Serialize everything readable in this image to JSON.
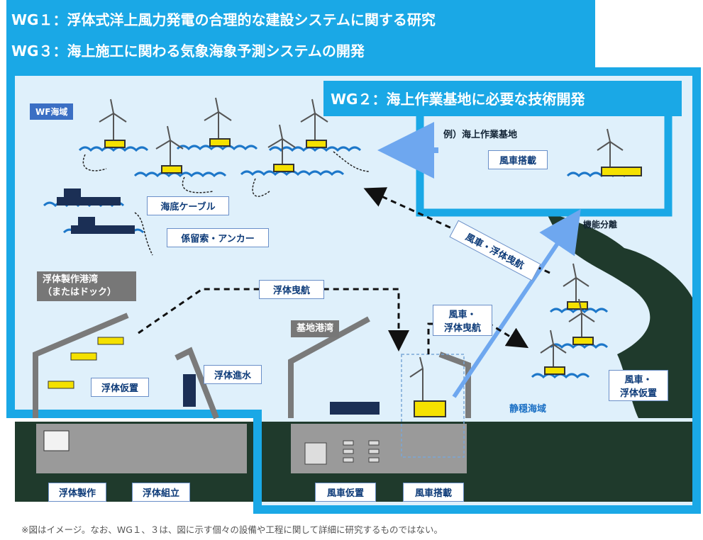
{
  "headers": {
    "wg1": "WG１：浮体式洋上風力発電の合理的な建設システムに関する研究",
    "wg3": "WG３：海上施工に関わる気象海象予測システムの開発",
    "wg2": "WG２：海上作業基地に必要な技術開発"
  },
  "areas": {
    "wf_sea": "WF海域",
    "float_port_line1": "浮体製作港湾",
    "float_port_line2": "（またはドック）",
    "base_port": "基地港湾",
    "calm_sea": "静穏海域"
  },
  "labels": {
    "subsea_cable": "海底ケーブル",
    "mooring": "係留索・アンカー",
    "float_towing": "浮体曳航",
    "turbine_float_towing_diag": "風車・浮体曳航",
    "turbine_float_towing_l1": "風車・",
    "turbine_float_towing_l2": "浮体曳航",
    "float_temp": "浮体仮置",
    "float_launch": "浮体進水",
    "turbine_float_temp_l1": "風車・",
    "turbine_float_temp_l2": "浮体仮置",
    "float_fabrication": "浮体製作",
    "float_assembly": "浮体組立",
    "turbine_temp": "風車仮置",
    "turbine_install": "風車搭載",
    "offshore_base_example": "例）海上作業基地",
    "turbine_install_base": "風車搭載",
    "function_separation": "機能分離"
  },
  "footnote": "※図はイメージ。なお、WG１、３は、図に示す個々の設備や工程に関して詳細に研究するものではない。",
  "colors": {
    "header_blue": "#1aa8e6",
    "sea_light": "#dff0fb",
    "wave_blue": "#1d77c9",
    "float_yellow": "#f5e100",
    "land_dark": "#1f3a2c",
    "arrow_light_blue": "#6ea7ef",
    "label_border": "#6a8fc8"
  }
}
